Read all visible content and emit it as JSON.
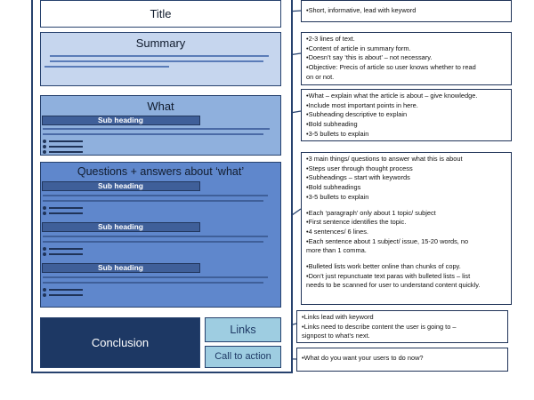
{
  "sections": {
    "title": "Title",
    "summary": "Summary",
    "what": "What",
    "qa": "Questions + answers about ‘what’",
    "conclusion": "Conclusion",
    "links": "Links",
    "cta": "Call to action"
  },
  "sub_heading": "Sub heading",
  "notes": {
    "title": [
      "•Short, informative, lead with keyword"
    ],
    "summary": [
      "•2-3 lines of text.",
      "•Content of article in summary form.",
      "•Doesn’t say ‘this is about’ – not necessary.",
      "•Objective: Precis of article so user knows whether to read",
      "on or not."
    ],
    "what": [
      "•What – explain what the article is about – give knowledge.",
      "•Include most important points in here.",
      "•Subheading descriptive to explain",
      "•Bold subheading",
      "•3-5 bullets to explain"
    ],
    "qa_a": [
      "•3 main things/ questions to answer what this is about",
      "•Steps user through thought process",
      "•Subheadings – start with keywords",
      "•Bold subheadings",
      "•3-5 bullets to explain"
    ],
    "qa_b": [
      "•Each ‘paragraph’ only about 1 topic/ subject",
      "•First sentence identifies the topic.",
      "•4 sentences/ 6 lines.",
      "•Each sentence about 1 subject/ issue, 15-20 words, no",
      "more than 1 comma."
    ],
    "qa_c": [
      "•Bulleted lists work better online than chunks of copy.",
      "•Don’t just repunctuate text paras with bulleted lists – list",
      "needs to be scanned for user to understand content quickly."
    ],
    "links": [
      "•Links lead with keyword",
      "•Links need to describe content the user is going to –",
      "signpost to what’s next."
    ],
    "cta": [
      "•What do you want your users to do now?"
    ]
  },
  "colors": {
    "title_bg": "#ffffff",
    "summary_bg": "#c6d6ee",
    "what_bg": "#8fb0dd",
    "qa_bg": "#5f87cc",
    "conclusion_bg": "#1d3864",
    "links_bg": "#9ecde1",
    "cta_bg": "#9ecde1",
    "border": "#27426e"
  }
}
